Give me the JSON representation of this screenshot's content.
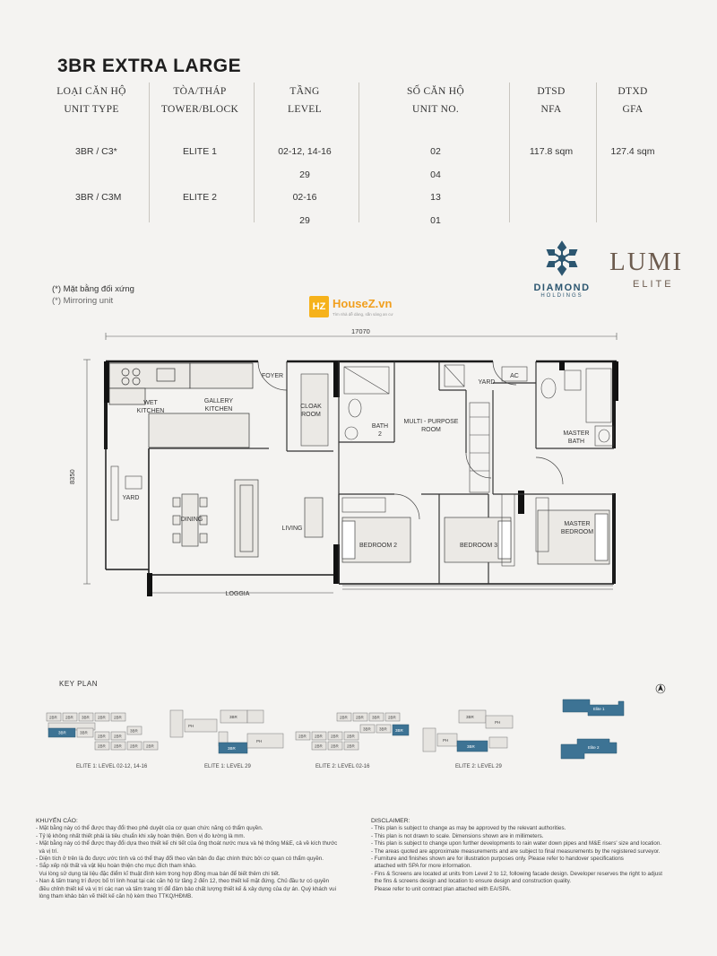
{
  "title": "3BR EXTRA LARGE",
  "columns": [
    {
      "vi": "LOẠI CĂN HỘ",
      "en": "UNIT TYPE"
    },
    {
      "vi": "TÒA/THÁP",
      "en": "TOWER/BLOCK"
    },
    {
      "vi": "TẦNG",
      "en": "LEVEL"
    },
    {
      "vi": "SỐ CĂN HỘ",
      "en": "UNIT NO."
    },
    {
      "vi": "DTSD",
      "en": "NFA"
    },
    {
      "vi": "DTXD",
      "en": "GFA"
    }
  ],
  "rows": [
    {
      "type": "3BR / C3*",
      "tower": "ELITE 1",
      "level": "02-12, 14-16",
      "unit": "02",
      "nfa": "117.8 sqm",
      "gfa": "127.4 sqm"
    },
    {
      "type": "",
      "tower": "",
      "level": "29",
      "unit": "04",
      "nfa": "",
      "gfa": ""
    },
    {
      "type": "3BR / C3M",
      "tower": "ELITE 2",
      "level": "02-16",
      "unit": "13",
      "nfa": "",
      "gfa": ""
    },
    {
      "type": "",
      "tower": "",
      "level": "29",
      "unit": "01",
      "nfa": "",
      "gfa": ""
    }
  ],
  "brand": {
    "diamond_name": "DIAMOND",
    "diamond_sub": "HOLDINGS",
    "lumi_name": "LUMI",
    "lumi_sub": "ELITE",
    "accent": "#2c5670"
  },
  "watermark": {
    "logo": "HZ",
    "name": "HouseZ.vn",
    "tagline": "Tìm nhà dễ dàng, sẵn sàng an cư"
  },
  "mirror_note": {
    "vi": "(*) Mặt bằng đối xứng",
    "en": "(*) Mirroring unit"
  },
  "plan": {
    "width_dim": "17070",
    "height_dim": "8350",
    "rooms": {
      "wet_kitchen": "WET\nKITCHEN",
      "gallery_kitchen": "GALLERY\nKITCHEN",
      "foyer": "FOYER",
      "cloak_room": "CLOAK\nROOM",
      "bath2": "BATH\n2",
      "multi_purpose": "MULTI - PURPOSE\nROOM",
      "yard_top": "YARD",
      "ac": "AC",
      "master_bath": "MASTER\nBATH",
      "yard_left": "YARD",
      "dining": "DINING",
      "living": "LIVING",
      "bedroom2": "BEDROOM 2",
      "bedroom3": "BEDROOM 3",
      "master_bedroom": "MASTER\nBEDROOM",
      "loggia": "LOGGIA"
    }
  },
  "key_plan": {
    "title": "KEY PLAN",
    "north": "N",
    "captions": [
      "ELITE 1: LEVEL 02-12, 14-16",
      "ELITE 1: LEVEL 29",
      "ELITE 2: LEVEL 02-16",
      "ELITE 2: LEVEL 29"
    ],
    "tower_labels": [
      "Elite 1",
      "Elite 2"
    ],
    "unit_labels": [
      "2BR",
      "3BR",
      "PH"
    ]
  },
  "disclaimer_vi": {
    "heading": "KHUYẾN CÁO:",
    "lines": [
      "- Mặt bằng này có thể được thay đổi theo phê duyệt của cơ quan chức năng có thẩm quyền.",
      "- Tỷ lệ không nhất thiết phải là tiêu chuẩn khi xây hoàn thiện. Đơn vị đo lường là mm.",
      "- Mặt bằng này có thể được thay đổi dựa theo thiết kế chi tiết của ống thoát nước mưa và hệ thống M&E, cả về kích thước",
      "  và vị trí.",
      "- Diện tích ở trên là đo được ước tính và có thể thay đổi theo văn bản đo đạc chính thức bởi cơ quan có thẩm quyền.",
      "- Sắp xếp nội thất và vật liệu hoàn thiện cho mục đích tham khảo.",
      "  Vui lòng sử dụng tài liệu đặc điểm kĩ thuật đính kèm trong hợp đồng mua bán để biết thêm chi tiết.",
      "- Nan & tấm trang trí được bố trí linh hoạt tại các căn hộ từ tầng 2 đến 12, theo thiết kế mặt đứng. Chủ đầu tư có quyền",
      "  điều chỉnh thiết kế và vị trí các nan và tấm trang trí để đảm bảo chất lượng thiết kế & xây dựng của dự án. Quý khách vui",
      "  lòng tham khảo bản vẽ thiết kế căn hộ kèm theo TTKQ/HĐMB."
    ]
  },
  "disclaimer_en": {
    "heading": "DISCLAIMER:",
    "lines": [
      "- This plan is subject to change as may be approved by the relevant authorities.",
      "- This plan is not drawn to scale. Dimensions shown are in millimeters.",
      "- This plan is subject to change upon further developments to rain water down pipes and M&E risers' size and location.",
      "- The areas quoted are approximate measurements and are subject to final measurements by the registered surveyor.",
      "- Furniture and finishes shown are for illustration purposes only. Please refer to handover specifications",
      "  attached with SPA for more information.",
      "- Fins & Screens are located at units from Level 2 to 12, following facade design. Developer reserves the right to adjust",
      "  the fins & screens design and location to ensure design and construction quality.",
      "  Please refer to unit contract plan attached with EA/SPA."
    ]
  }
}
